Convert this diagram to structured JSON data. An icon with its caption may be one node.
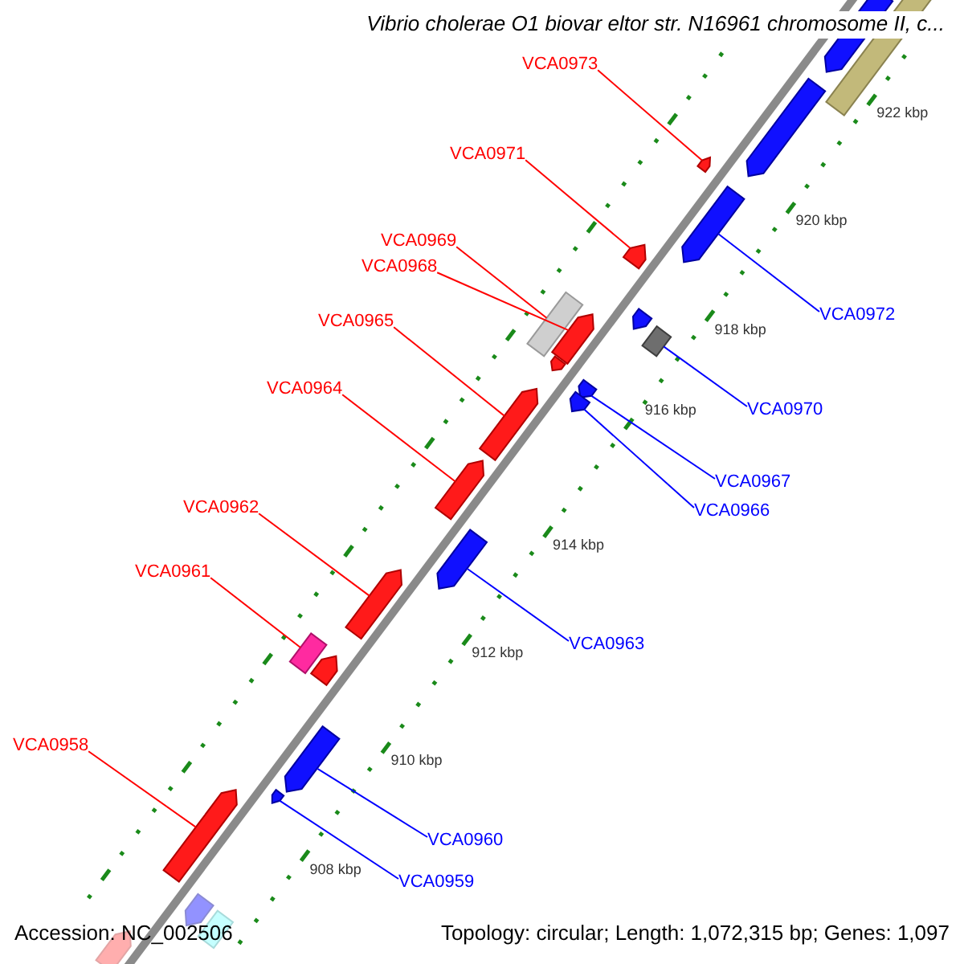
{
  "diagram": {
    "title": "Vibrio cholerae O1 biovar eltor str. N16961 chromosome II, c...",
    "nodes": [
      {
        "text": [
          "VCA0973"
        ]
      },
      {
        "text": [
          "VCA0971"
        ]
      },
      {
        "text": [
          "VCA0969"
        ]
      },
      {
        "text": [
          "VCA0968"
        ]
      },
      {
        "text": [
          "VCA0972"
        ]
      },
      {
        "text": [
          "VCA0965"
        ]
      },
      {
        "text": [
          "VCA0964"
        ]
      },
      {
        "text": [
          "VCA0970"
        ]
      },
      {
        "text": [
          "VCA0967"
        ]
      },
      {
        "text": [
          "VCA0966"
        ]
      },
      {
        "text": [
          "VCA0962"
        ]
      },
      {
        "text": [
          "VCA0961"
        ]
      },
      {
        "text": [
          "VCA0963"
        ]
      },
      {
        "text": [
          "VCA0958"
        ]
      },
      {
        "text": [
          "VCA0960"
        ]
      },
      {
        "text": [
          "VCA0959"
        ]
      },
      {
        "text": [],
        "shape": "box"
      },
      {
        "text": [],
        "shape": "box"
      },
      {
        "text": [],
        "shape": "box"
      },
      {
        "text": [],
        "shape": "box"
      },
      {
        "text": [],
        "shape": "box"
      },
      {
        "text": [],
        "shape": "box"
      },
      {
        "text": [],
        "shape": "box"
      },
      {
        "text": [],
        "shape": "box"
      },
      {
        "text": [],
        "shape": "box"
      },
      {
        "text": [],
        "shape": "box"
      },
      {
        "text": [],
        "shape": "box"
      },
      {
        "text": [],
        "shape": "box"
      },
      {
        "text": [],
        "shape": "box"
      },
      {
        "text": [],
        "shape": "box"
      },
      {
        "text": [],
        "shape": "box"
      },
      {
        "text": [],
        "shape": "box"
      },
      {
        "text": [],
        "shape": "box"
      },
      {
        "text": [],
        "shape": "box"
      },
      {
        "text": [],
        "shape": "box"
      },
      {
        "text": [],
        "shape": "box"
      },
      {
        "text": [],
        "shape": "box"
      },
      {
        "text": [],
        "shape": "box"
      },
      {
        "text": [],
        "shape": "box"
      },
      {
        "text": [],
        "shape": "box"
      },
      {
        "text": [],
        "shape": "box"
      }
    ],
    "edges": [
      {
        "from": 0,
        "to": 19,
        "arrow": "none"
      },
      {
        "from": 1,
        "to": 21,
        "arrow": "none"
      },
      {
        "from": 2,
        "to": 24,
        "arrow": "none"
      },
      {
        "from": 3,
        "to": 25,
        "arrow": "none"
      },
      {
        "from": 4,
        "to": 20,
        "arrow": "none",
        "color": "#0000ff"
      },
      {
        "from": 5,
        "to": 29,
        "arrow": "none"
      },
      {
        "from": 6,
        "to": 30,
        "arrow": "none"
      },
      {
        "from": 7,
        "to": 23,
        "arrow": "none",
        "color": "#0000ff"
      },
      {
        "from": 8,
        "to": 27,
        "arrow": "none",
        "color": "#0000ff"
      },
      {
        "from": 9,
        "to": 28,
        "arrow": "none",
        "color": "#0000ff"
      },
      {
        "from": 10,
        "to": 32,
        "arrow": "none"
      },
      {
        "from": 11,
        "to": 33,
        "arrow": "none"
      },
      {
        "from": 12,
        "to": 31,
        "arrow": "none",
        "color": "#0000ff"
      },
      {
        "from": 13,
        "to": 37,
        "arrow": "none"
      },
      {
        "from": 14,
        "to": 35,
        "arrow": "none",
        "color": "#0000ff"
      },
      {
        "from": 15,
        "to": 36,
        "arrow": "none",
        "color": "#0000ff"
      }
    ],
    "labels": [
      "922 kbp",
      "920 kbp",
      "918 kbp",
      "916 kbp",
      "914 kbp",
      "912 kbp",
      "910 kbp",
      "908 kbp",
      "Accession: NC_002506",
      "Topology: circular; Length: 1,072,315 bp; Genes: 1,097"
    ]
  }
}
